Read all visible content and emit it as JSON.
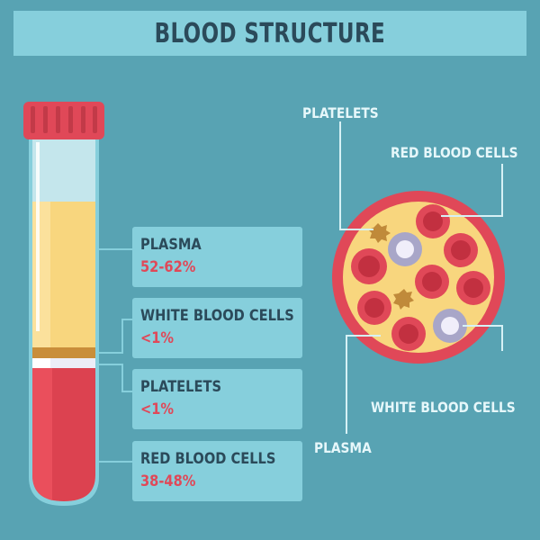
{
  "title": "BLOOD STRUCTURE",
  "components": [
    {
      "label": "PLASMA",
      "value": "52-62%"
    },
    {
      "label": "WHITE BLOOD CELLS",
      "value": "<1%"
    },
    {
      "label": "PLATELETS",
      "value": "<1%"
    },
    {
      "label": "RED BLOOD CELLS",
      "value": "38-48%"
    }
  ],
  "circle_labels": {
    "platelets": "PLATELETS",
    "red_blood_cells": "RED BLOOD CELLS",
    "white_blood_cells": "WHITE BLOOD CELLS",
    "plasma": "PLASMA"
  },
  "colors": {
    "background": "#58a3b3",
    "title_bar": "#86cfdc",
    "title_text": "#2b4a5a",
    "value_red": "#e04858",
    "plasma_yellow": "#f8d67e",
    "blood_red": "#e04858",
    "cap_red": "#d64052",
    "white_cell": "#a8a6c8",
    "platelet_brown": "#c08a3a"
  }
}
